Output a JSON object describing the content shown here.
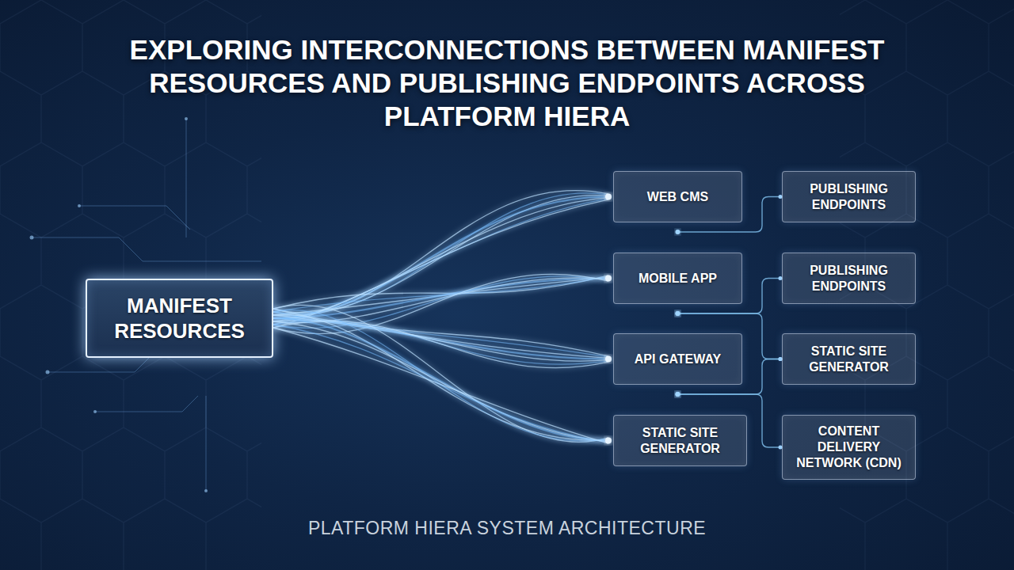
{
  "diagram": {
    "title": "EXPLORING INTERCONNECTIONS BETWEEN MANIFEST RESOURCES AND PUBLISHING ENDPOINTS ACROSS PLATFORM HIERA",
    "caption": "PLATFORM HIERA SYSTEM ARCHITECTURE",
    "nodes": [
      {
        "text": [
          "MANIFEST RESOURCES"
        ]
      },
      {
        "text": [
          "WEB CMS"
        ]
      },
      {
        "text": [
          "MOBILE APP"
        ]
      },
      {
        "text": [
          "API GATEWAY"
        ]
      },
      {
        "text": [
          "STATIC SITE GENERATOR"
        ]
      },
      {
        "text": [
          "PUBLISHING ENDPOINTS"
        ]
      },
      {
        "text": [
          "PUBLISHING ENDPOINTS"
        ]
      },
      {
        "text": [
          "STATIC SITE GENERATOR"
        ]
      },
      {
        "text": [
          "CONTENT DELIVERY NETWORK (CDN)"
        ]
      }
    ],
    "edges": [
      {
        "from": 0,
        "to": 1,
        "arrow": "none"
      },
      {
        "from": 0,
        "to": 2,
        "arrow": "none"
      },
      {
        "from": 0,
        "to": 3,
        "arrow": "none"
      },
      {
        "from": 0,
        "to": 4,
        "arrow": "none"
      },
      {
        "from": 1,
        "to": 5,
        "arrow": "none"
      },
      {
        "from": 2,
        "to": 6,
        "arrow": "none"
      },
      {
        "from": 2,
        "to": 7,
        "arrow": "none"
      },
      {
        "from": 3,
        "to": 7,
        "arrow": "none"
      },
      {
        "from": 3,
        "to": 8,
        "arrow": "none"
      }
    ]
  }
}
